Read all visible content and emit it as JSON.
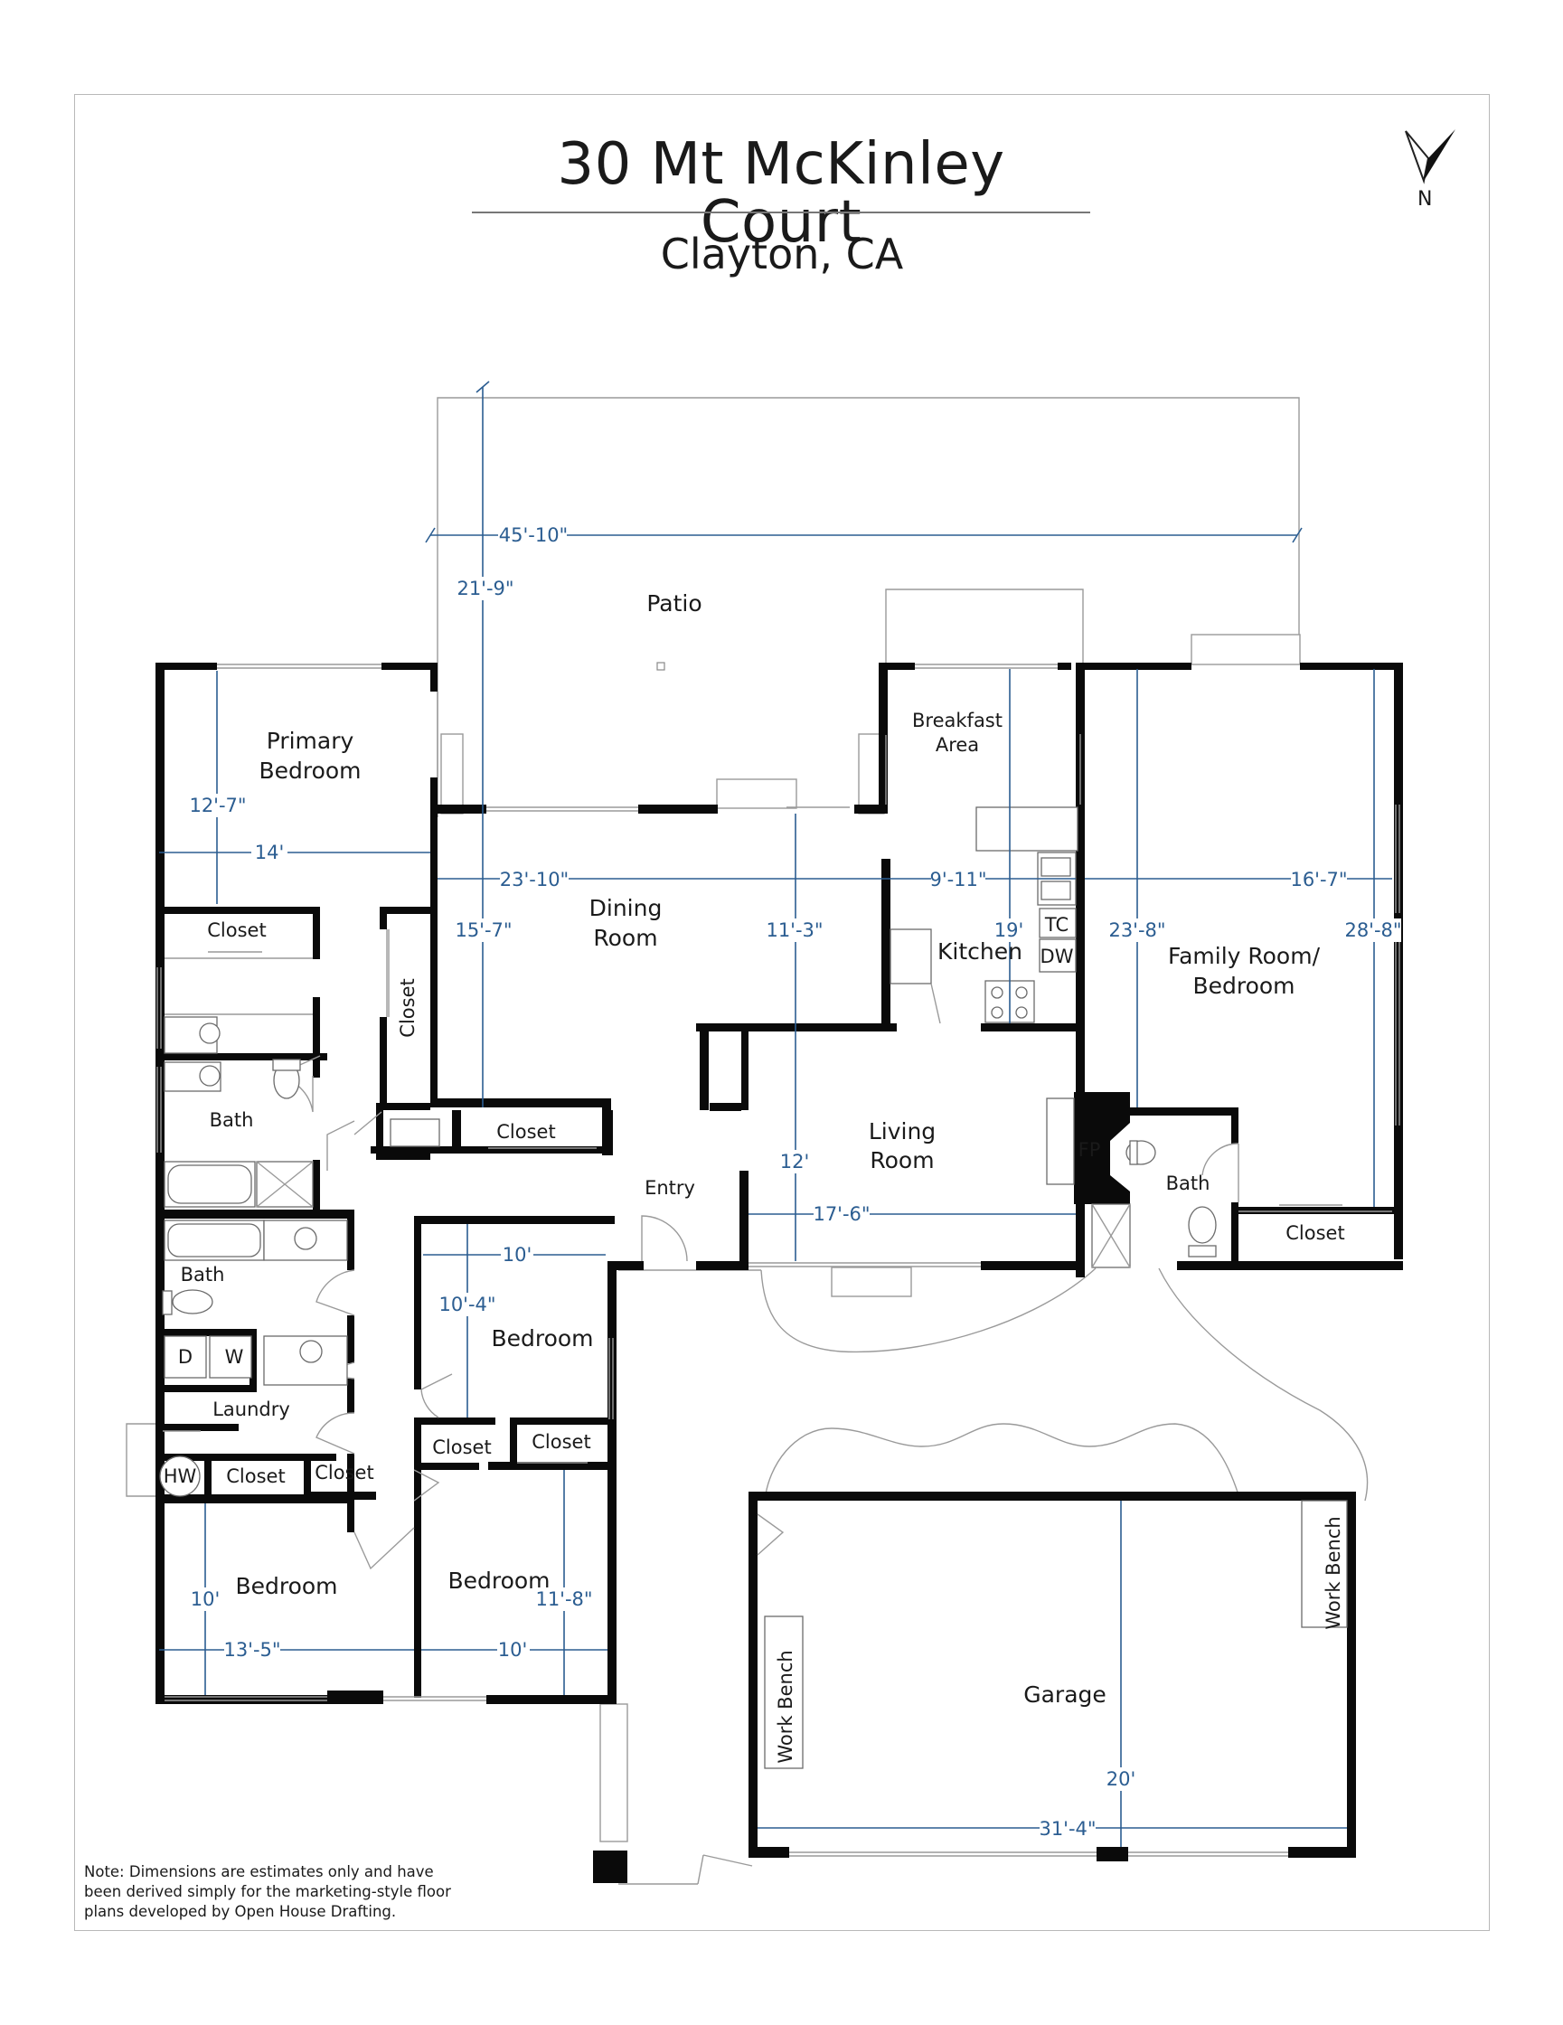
{
  "header": {
    "title": "30 Mt McKinley Court",
    "subtitle": "Clayton, CA",
    "north_label": "N"
  },
  "note": "Note: Dimensions are estimates only and have been derived simply for the marketing-style floor plans developed by Open House Drafting.",
  "rooms": {
    "patio": "Patio",
    "primary_bedroom_1": "Primary",
    "primary_bedroom_2": "Bedroom",
    "breakfast_1": "Breakfast",
    "breakfast_2": "Area",
    "dining_1": "Dining",
    "dining_2": "Room",
    "kitchen": "Kitchen",
    "family_1": "Family Room/",
    "family_2": "Bedroom",
    "living_1": "Living",
    "living_2": "Room",
    "entry": "Entry",
    "bath": "Bath",
    "closet": "Closet",
    "bedroom": "Bedroom",
    "laundry": "Laundry",
    "garage": "Garage",
    "work_bench": "Work Bench",
    "tc": "TC",
    "dw": "DW",
    "fp": "FP",
    "dryer": "D",
    "washer": "W",
    "hw": "HW"
  },
  "dimensions": {
    "patio_width": "45'-10\"",
    "patio_depth": "21'-9\"",
    "primary_depth": "12'-7\"",
    "primary_width": "14'",
    "dining_width": "23'-10\"",
    "dining_depth": "15'-7\"",
    "dining_inner": "11'-3\"",
    "kitchen_width": "9'-11\"",
    "kitchen_depth": "19'",
    "family_depth_inner": "23'-8\"",
    "family_width": "16'-7\"",
    "family_depth": "28'-8\"",
    "living_depth": "12'",
    "living_width": "17'-6\"",
    "bedroom_c_width": "10'",
    "bedroom_c_depth": "10'-4\"",
    "bedroom_sw_depth": "10'",
    "bedroom_sw_width": "13'-5\"",
    "bedroom_s_depth": "11'-8\"",
    "bedroom_s_width": "10'",
    "garage_depth": "20'",
    "garage_width": "31'-4\""
  },
  "colors": {
    "dimension": "#2b5d91",
    "wall": "#0a0a0a"
  }
}
